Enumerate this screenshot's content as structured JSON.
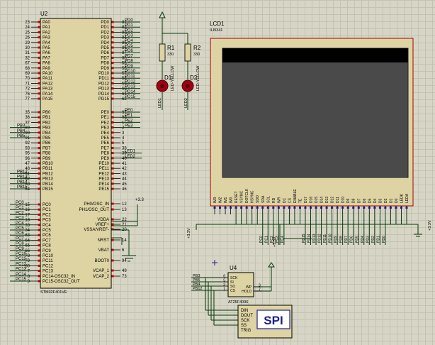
{
  "u2": {
    "ref": "U2",
    "part": "STM32F401VE",
    "left_pins": [
      {
        "num": "23",
        "name": "PA0"
      },
      {
        "num": "24",
        "name": "PA1"
      },
      {
        "num": "25",
        "name": "PA2"
      },
      {
        "num": "26",
        "name": "PA3"
      },
      {
        "num": "29",
        "name": "PA4"
      },
      {
        "num": "30",
        "name": "PA5"
      },
      {
        "num": "31",
        "name": "PA6"
      },
      {
        "num": "32",
        "name": "PA7"
      },
      {
        "num": "67",
        "name": "PA8"
      },
      {
        "num": "68",
        "name": "PA9"
      },
      {
        "num": "69",
        "name": "PA10"
      },
      {
        "num": "70",
        "name": "PA11"
      },
      {
        "num": "71",
        "name": "PA12"
      },
      {
        "num": "72",
        "name": "PA13"
      },
      {
        "num": "76",
        "name": "PA14"
      },
      {
        "num": "77",
        "name": "PA15"
      },
      {
        "num": "35",
        "name": "PB0"
      },
      {
        "num": "36",
        "name": "PB1"
      },
      {
        "num": "37",
        "name": "PB2"
      },
      {
        "num": "89",
        "name": "PB3"
      },
      {
        "num": "90",
        "name": "PB4"
      },
      {
        "num": "91",
        "name": "PB5"
      },
      {
        "num": "92",
        "name": "PB6"
      },
      {
        "num": "93",
        "name": "PB7"
      },
      {
        "num": "95",
        "name": "PB8"
      },
      {
        "num": "96",
        "name": "PB9"
      },
      {
        "num": "47",
        "name": "PB10"
      },
      {
        "num": "48",
        "name": "PB11"
      },
      {
        "num": "51",
        "name": "PB12"
      },
      {
        "num": "52",
        "name": "PB13"
      },
      {
        "num": "53",
        "name": "PB14"
      },
      {
        "num": "54",
        "name": "PB15"
      },
      {
        "num": "15",
        "name": "PC0"
      },
      {
        "num": "16",
        "name": "PC1"
      },
      {
        "num": "17",
        "name": "PC2"
      },
      {
        "num": "18",
        "name": "PC3"
      },
      {
        "num": "33",
        "name": "PC4"
      },
      {
        "num": "34",
        "name": "PC5"
      },
      {
        "num": "63",
        "name": "PC6"
      },
      {
        "num": "64",
        "name": "PC7"
      },
      {
        "num": "65",
        "name": "PC8"
      },
      {
        "num": "66",
        "name": "PC9"
      },
      {
        "num": "78",
        "name": "PC10"
      },
      {
        "num": "79",
        "name": "PC11"
      },
      {
        "num": "80",
        "name": "PC12"
      },
      {
        "num": "7",
        "name": "PC13"
      },
      {
        "num": "8",
        "name": "PC14-OSC32_IN"
      },
      {
        "num": "9",
        "name": "PC15-OSC32_OUT"
      }
    ],
    "right_pins_top": [
      {
        "num": "81",
        "name": "PD0"
      },
      {
        "num": "82",
        "name": "PD1"
      },
      {
        "num": "83",
        "name": "PD2"
      },
      {
        "num": "84",
        "name": "PD3"
      },
      {
        "num": "85",
        "name": "PD4"
      },
      {
        "num": "86",
        "name": "PD5"
      },
      {
        "num": "87",
        "name": "PD6"
      },
      {
        "num": "88",
        "name": "PD7"
      },
      {
        "num": "55",
        "name": "PD8"
      },
      {
        "num": "56",
        "name": "PD9"
      },
      {
        "num": "57",
        "name": "PD10"
      },
      {
        "num": "58",
        "name": "PD11"
      },
      {
        "num": "59",
        "name": "PD12"
      },
      {
        "num": "60",
        "name": "PD13"
      },
      {
        "num": "61",
        "name": "PD14"
      },
      {
        "num": "62",
        "name": "PD15"
      },
      {
        "num": "97",
        "name": "PE0"
      },
      {
        "num": "98",
        "name": "PE1"
      },
      {
        "num": "1",
        "name": "PE2"
      },
      {
        "num": "2",
        "name": "PE3"
      },
      {
        "num": "3",
        "name": "PE4"
      },
      {
        "num": "4",
        "name": "PE5"
      },
      {
        "num": "5",
        "name": "PE6"
      },
      {
        "num": "38",
        "name": "PE7"
      },
      {
        "num": "39",
        "name": "PE8"
      },
      {
        "num": "40",
        "name": "PE9"
      },
      {
        "num": "41",
        "name": "PE10"
      },
      {
        "num": "42",
        "name": "PE11"
      },
      {
        "num": "43",
        "name": "PE12"
      },
      {
        "num": "44",
        "name": "PE13"
      },
      {
        "num": "45",
        "name": "PE14"
      },
      {
        "num": "46",
        "name": "PE15"
      }
    ],
    "right_pins_bottom": [
      {
        "num": "12",
        "name": "PH0/OSC_IN"
      },
      {
        "num": "13",
        "name": "PH1/OSC_OUT"
      },
      {
        "num": "22",
        "name": "VDDA"
      },
      {
        "num": "21",
        "name": "VREF+"
      },
      {
        "num": "20",
        "name": "VSSA/VREF-"
      },
      {
        "num": "14",
        "name": "NRST"
      },
      {
        "num": "6",
        "name": "VBAT"
      },
      {
        "num": "94",
        "name": "BOOT0"
      },
      {
        "num": "49",
        "name": "VCAP_1"
      },
      {
        "num": "73",
        "name": "VCAP_2"
      }
    ]
  },
  "net_labels": {
    "pd_right": [
      "PD0",
      "PD1",
      "PD2",
      "PD3",
      "PD4",
      "PD5",
      "PD6",
      "PD7",
      "PD8",
      "PD9",
      "PD10",
      "PD11",
      "PD12",
      "PD13",
      "PD14",
      "PD15"
    ],
    "pe_right": [
      "PE0",
      "PE1",
      "PE2",
      "PE3"
    ],
    "led_right": [
      "LED1",
      "LED2"
    ],
    "pb_left_top": [
      "PB3",
      "PB4",
      "PB5"
    ],
    "pb_left_bottom": [
      "PB12",
      "PB13",
      "PB14",
      "PB15"
    ],
    "pc_left": [
      "PC0",
      "PC1",
      "PC2",
      "PC3",
      "PC4",
      "PC5",
      "PC6",
      "PC7",
      "PC8",
      "PC9",
      "PC10",
      "PC11",
      "PC12",
      "PC13",
      "PC14",
      "PC15"
    ],
    "supply": "+3.3"
  },
  "resistors": [
    {
      "ref": "R1",
      "value": "330"
    },
    {
      "ref": "R2",
      "value": "330"
    }
  ],
  "leds": [
    {
      "ref": "D1",
      "type": "LED-YELLOW",
      "net": "LED1"
    },
    {
      "ref": "D2",
      "type": "LED-YELLOW",
      "net": "LED2"
    }
  ],
  "lcd": {
    "ref": "LCD1",
    "part": "ILI9341",
    "pins": [
      "IM3",
      "IM2",
      "IM1",
      "IM0",
      "RESET",
      "VSYNC",
      "DOTCLK",
      "HSYNC",
      "SDO",
      "SDA",
      "SCL",
      "RD",
      "WR",
      "DC",
      "CS",
      "ENABLE",
      "TE",
      "D17",
      "D16",
      "D15",
      "D14",
      "D13",
      "D12",
      "D11",
      "D10",
      "D9",
      "D8",
      "D7",
      "D6",
      "D5",
      "D4",
      "D3",
      "D2",
      "D1",
      "D0",
      "LEDK",
      "LEDA"
    ],
    "left_supply": "+3.3V",
    "mid_supply": "+3.3V",
    "right_supply": "+3.3V",
    "bottom_nets_ctrl": [
      "PC0",
      "PC1",
      "PC2",
      "PC3",
      "PC4"
    ],
    "bottom_nets_data": [
      "PD15",
      "PD14",
      "PD13",
      "PD12",
      "PD11",
      "PD10",
      "PD9",
      "PD8",
      "PD7",
      "PD6",
      "PD5",
      "PD4",
      "PD3",
      "PD2",
      "PD1",
      "PD0"
    ]
  },
  "u4": {
    "ref": "U4",
    "part": "AT25F4096",
    "left_pins": [
      {
        "num": "6",
        "name": "SCK"
      },
      {
        "num": "5",
        "name": "SI"
      },
      {
        "num": "2",
        "name": "SO"
      },
      {
        "num": "1",
        "name": "CS"
      }
    ],
    "right_pins": [
      {
        "num": "3",
        "name": "WP"
      },
      {
        "num": "7",
        "name": "HOLD"
      }
    ],
    "nets": [
      "PB3",
      "PB5",
      "PB4",
      "PB12"
    ]
  },
  "spi_debugger": {
    "label": "SPI",
    "pins": [
      "DIN",
      "DOUT",
      "SCK",
      "SS",
      "TRIG"
    ]
  }
}
